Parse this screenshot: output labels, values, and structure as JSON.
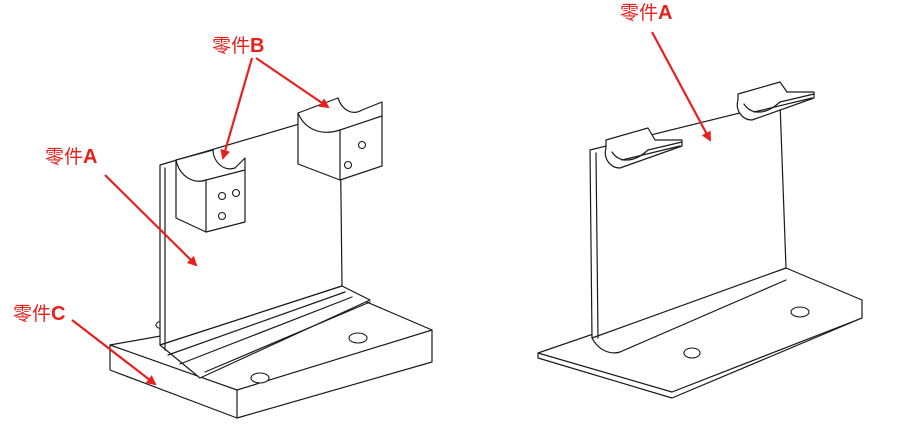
{
  "labels": {
    "part_b": {
      "prefix": "零件",
      "letter": "B"
    },
    "part_a_left": {
      "prefix": "零件",
      "letter": "A"
    },
    "part_c": {
      "prefix": "零件",
      "letter": "C"
    },
    "part_a_right": {
      "prefix": "零件",
      "letter": "A"
    }
  },
  "colors": {
    "annotation": "#e8201c",
    "line": "#1a1a1a",
    "background": "#ffffff"
  }
}
